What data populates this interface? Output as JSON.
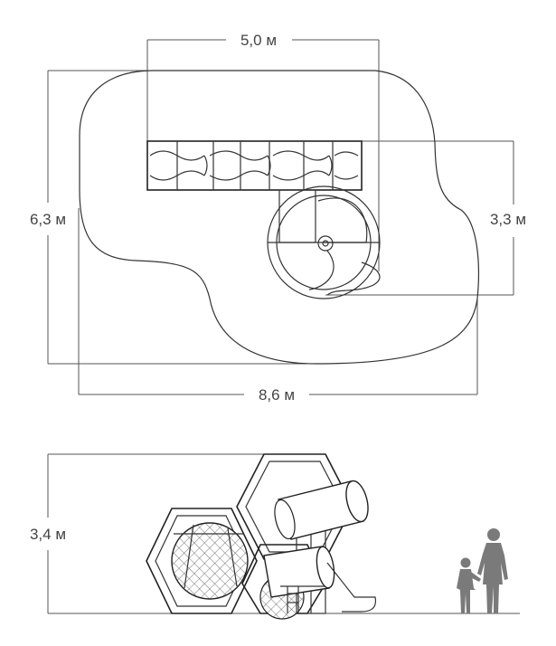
{
  "plan_view": {
    "width_top_label": "5,0 м",
    "height_left_label": "6,3 м",
    "height_right_label": "3,3 м",
    "width_bottom_label": "8,6 м"
  },
  "elevation_view": {
    "height_label": "3,4 м"
  },
  "colors": {
    "line": "#333333",
    "dim_line": "#555555",
    "text": "#444444",
    "silhouette": "#7a7a7a"
  }
}
